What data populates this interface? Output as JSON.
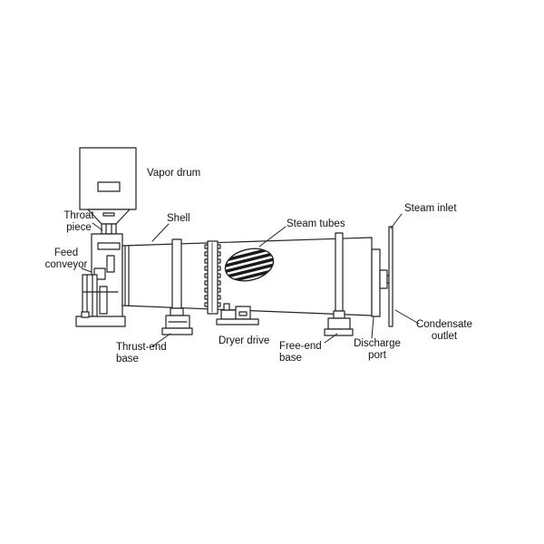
{
  "labels": {
    "vapor_drum": "Vapor drum",
    "throat_piece": [
      "Throat",
      "piece"
    ],
    "feed_conveyor": [
      "Feed",
      "conveyor"
    ],
    "shell": "Shell",
    "steam_tubes": "Steam tubes",
    "steam_inlet": "Steam inlet",
    "condensate_outlet": [
      "Condensate",
      "outlet"
    ],
    "thrust_end_base": [
      "Thrust-end",
      "base"
    ],
    "dryer_drive": "Dryer drive",
    "free_end_base": [
      "Free-end",
      "base"
    ],
    "discharge_port": [
      "Discharge",
      "port"
    ]
  }
}
